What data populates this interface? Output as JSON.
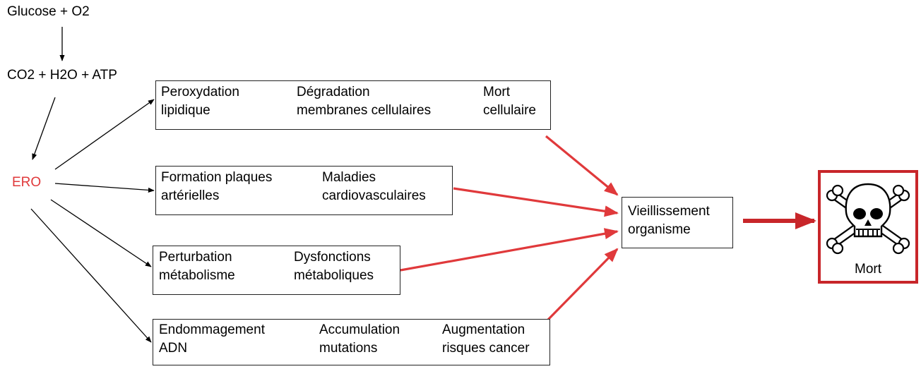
{
  "top": {
    "glucose": "Glucose + O2",
    "products": "CO2 + H2O + ATP",
    "ero": "ERO"
  },
  "branch1": {
    "step1": [
      "Peroxydation",
      "lipidique"
    ],
    "step2": [
      "Dégradation",
      "membranes cellulaires"
    ],
    "step3": [
      "Mort",
      "cellulaire"
    ]
  },
  "branch2": {
    "step1": [
      "Formation plaques",
      "artérielles"
    ],
    "step2": [
      "Maladies",
      "cardiovasculaires"
    ]
  },
  "branch3": {
    "step1": [
      "Perturbation",
      "métabolisme"
    ],
    "step2": [
      "Dysfonctions",
      "métaboliques"
    ]
  },
  "branch4": {
    "step1": [
      "Endommagement",
      "ADN"
    ],
    "step2": [
      "Accumulation",
      "mutations"
    ],
    "step3": [
      "Augmentation",
      "risques cancer"
    ]
  },
  "aging": [
    "Vieillissement",
    "organisme"
  ],
  "death": {
    "label": "Mort",
    "icon": "skull-crossbones-icon"
  },
  "colors": {
    "ero": "#e0393b",
    "red_arrow": "#e0393b",
    "death_border": "#c8262a"
  }
}
